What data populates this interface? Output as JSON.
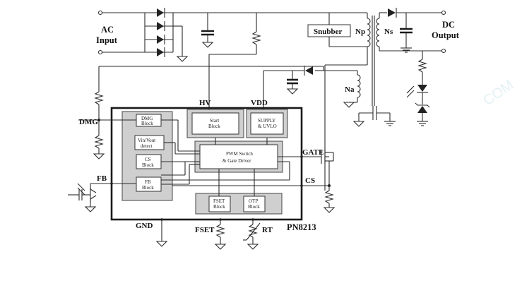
{
  "ac_input": [
    "AC",
    "Input"
  ],
  "dc_output": [
    "DC",
    "Output"
  ],
  "snubber": "Snubber",
  "windings": {
    "primary": "Np",
    "secondary": "Ns",
    "aux": "Na"
  },
  "chip": {
    "name": "PN8213",
    "pins": {
      "hv": "HV",
      "vdd": "VDD",
      "dmg": "DMG",
      "fb": "FB",
      "gate": "GATE",
      "cs": "CS",
      "gnd": "GND",
      "fset": "FSET",
      "rt": "RT"
    }
  },
  "blocks": {
    "dmg": [
      "DMG",
      "Block"
    ],
    "vin_vout": [
      "Vin/Vout",
      "detect"
    ],
    "cs": [
      "CS",
      "Block"
    ],
    "fb": [
      "FB",
      "Block"
    ],
    "start": [
      "Start",
      "Block"
    ],
    "supply": [
      "SUPPLY",
      "& UVLO"
    ],
    "pwm": [
      "PWM Switch",
      "& Gate Driver"
    ],
    "fset": [
      "FSET",
      "Block"
    ],
    "otp": [
      "OTP",
      "Block"
    ]
  },
  "watermark": "COM",
  "colors": {
    "line": "#2b2b2b",
    "gray_block": "#cfcfcf",
    "watermark": "#cfe6ec"
  }
}
